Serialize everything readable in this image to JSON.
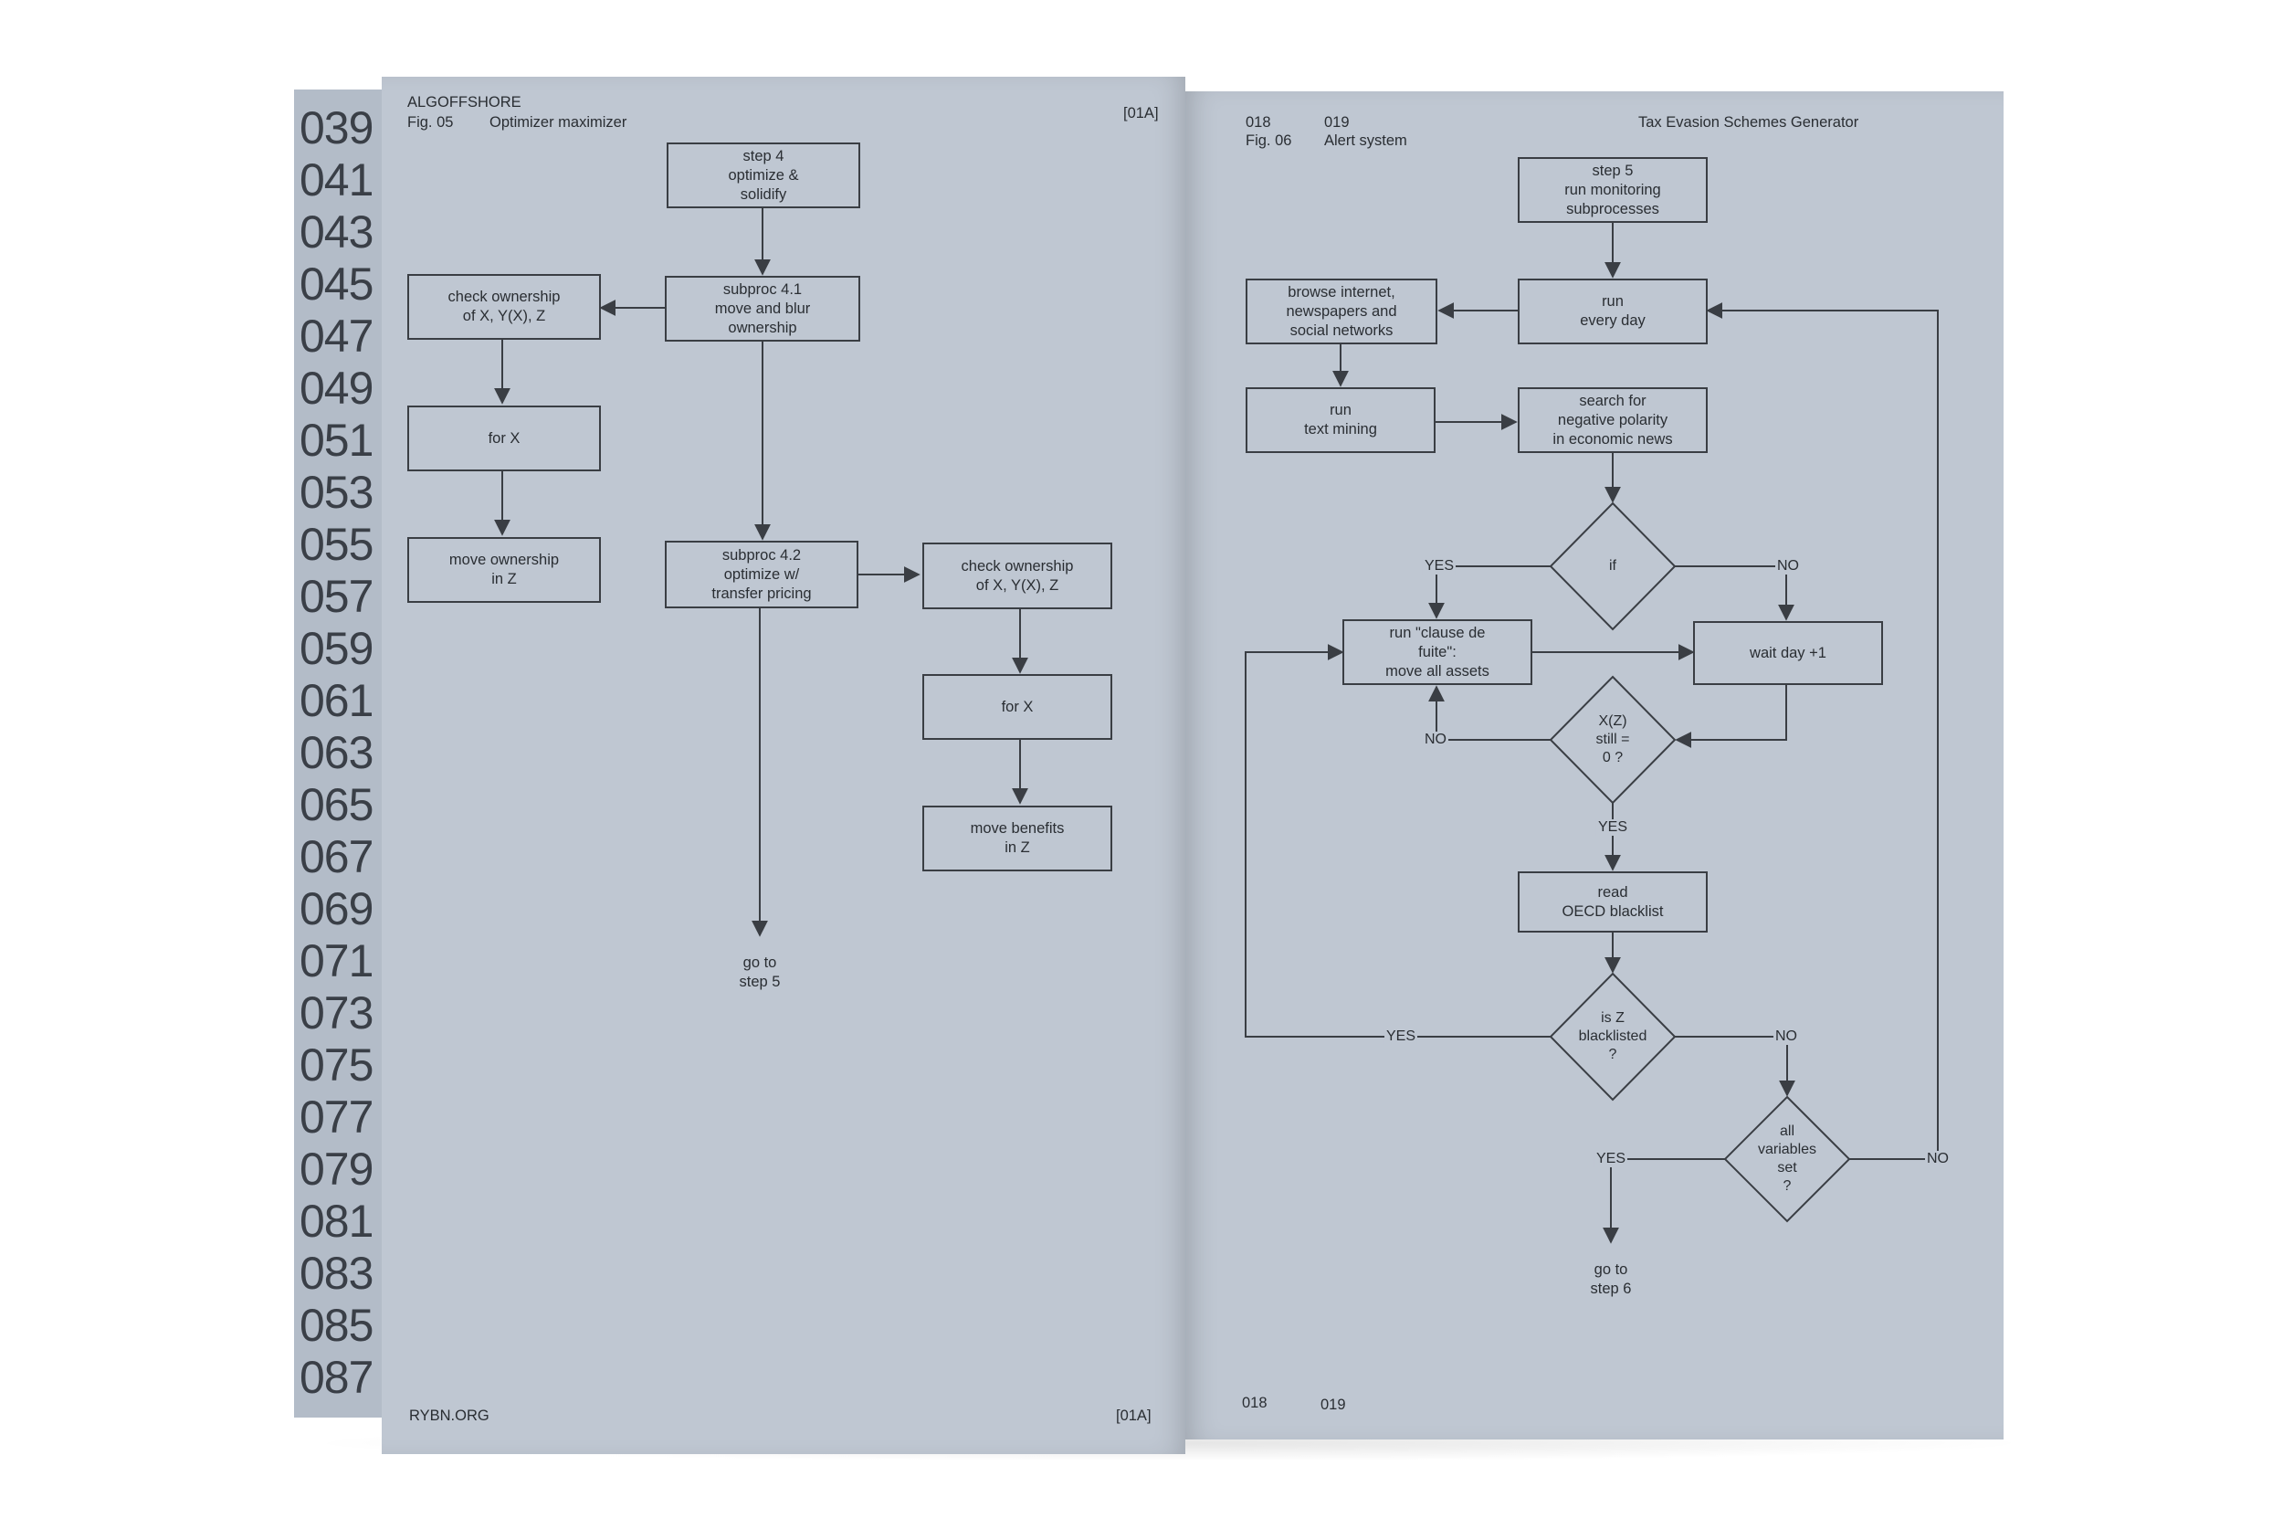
{
  "edge_numbers": [
    "039",
    "041",
    "043",
    "045",
    "047",
    "049",
    "051",
    "053",
    "055",
    "057",
    "059",
    "061",
    "063",
    "065",
    "067",
    "069",
    "071",
    "073",
    "075",
    "077",
    "079",
    "081",
    "083",
    "085",
    "087"
  ],
  "left_page": {
    "brand": "ALGOFFSHORE",
    "fig_num": "Fig. 05",
    "fig_title": "Optimizer maximizer",
    "code_top": "[01A]",
    "footer_site": "RYBN.ORG",
    "code_bottom": "[01A]",
    "nodes": {
      "step4": "step 4\noptimize &\nsolidify",
      "subproc41": "subproc 4.1\nmove and blur\nownership",
      "check1": "check ownership\nof X, Y(X), Z",
      "forx1": "for X",
      "moveown": "move ownership\nin Z",
      "subproc42": "subproc 4.2\noptimize w/\ntransfer pricing",
      "check2": "check ownership\nof X, Y(X), Z",
      "forx2": "for X",
      "movebenefits": "move benefits\nin Z",
      "goto5": "go to\nstep 5"
    }
  },
  "right_page": {
    "page_a": "018",
    "page_b": "019",
    "fig_num": "Fig. 06",
    "fig_title": "Alert system",
    "header_title": "Tax Evasion Schemes Generator",
    "footer_a": "018",
    "footer_b": "019",
    "nodes": {
      "step5": "step 5\nrun monitoring\nsubprocesses",
      "daily": "run\nevery day",
      "browse": "browse internet,\nnewspapers and\nsocial networks",
      "textmining": "run\ntext mining",
      "search": "search for\nnegative polarity\nin economic news",
      "if": "if",
      "clause": "run \"clause de\nfuite\":\nmove all assets",
      "wait": "wait day +1",
      "xz": "X(Z)\nstill =\n0 ?",
      "oecd": "read\nOECD blacklist",
      "blacklisted": "is Z\nblacklisted\n?",
      "allvars": "all\nvariables\nset\n?",
      "goto6": "go to\nstep 6"
    },
    "edge_labels": {
      "if_yes": "YES",
      "if_no": "NO",
      "xz_no": "NO",
      "xz_yes": "YES",
      "bl_yes": "YES",
      "bl_no": "NO",
      "av_yes": "YES",
      "av_no": "NO"
    }
  }
}
